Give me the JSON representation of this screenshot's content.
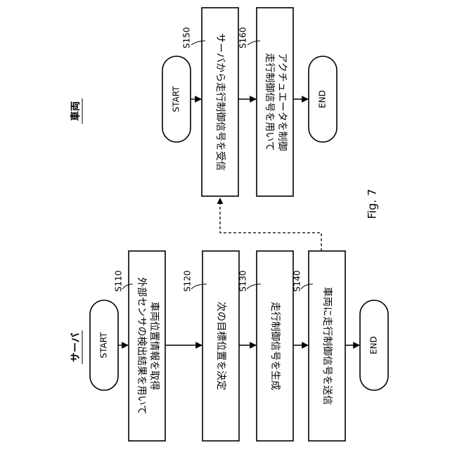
{
  "lanes": {
    "vehicle": {
      "label": "車両",
      "start": "START",
      "end": "END",
      "steps": [
        {
          "id": "S150",
          "lines": [
            "サーバから走行制御信号を受信"
          ]
        },
        {
          "id": "S160",
          "lines": [
            "走行制御信号を用いて",
            "アクチュエータを制御"
          ]
        }
      ]
    },
    "server": {
      "label": "サーバ",
      "start": "START",
      "end": "END",
      "steps": [
        {
          "id": "S110",
          "lines": [
            "外部センサの検出結果を用いて",
            "車両位置情報を取得"
          ]
        },
        {
          "id": "S120",
          "lines": [
            "次の目標位置を決定"
          ]
        },
        {
          "id": "S130",
          "lines": [
            "走行制御信号を生成"
          ]
        },
        {
          "id": "S140",
          "lines": [
            "車両に走行制御信号を送信"
          ]
        }
      ]
    }
  },
  "figure_label": "Fig. 7"
}
